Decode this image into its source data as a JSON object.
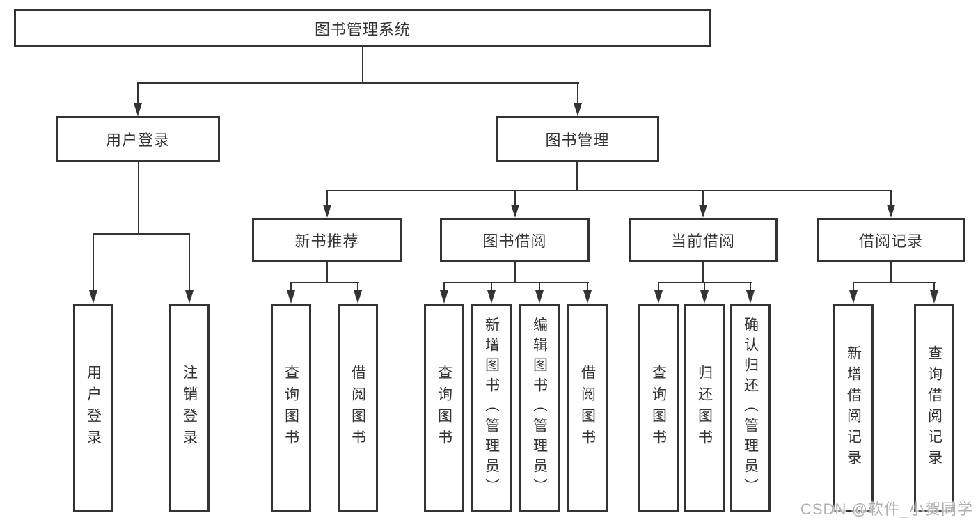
{
  "diagram": {
    "root": {
      "label": "图书管理系统"
    },
    "level2": [
      {
        "label": "用户登录"
      },
      {
        "label": "图书管理"
      }
    ],
    "level3": [
      {
        "label": "新书推荐"
      },
      {
        "label": "图书借阅"
      },
      {
        "label": "当前借阅"
      },
      {
        "label": "借阅记录"
      }
    ],
    "leaves": {
      "user_login": [
        "用户登录",
        "注销登录"
      ],
      "new_book_recommendation": [
        "查询图书",
        "借阅图书"
      ],
      "book_borrowing": [
        "查询图书",
        "新增图书（管理员）",
        "编辑图书（管理员）",
        "借阅图书"
      ],
      "current_borrowing": [
        "查询图书",
        "归还图书",
        "确认归还（管理员）"
      ],
      "borrowing_records": [
        "新增借阅记录",
        "查询借阅记录"
      ]
    },
    "watermark": "CSDN @软件_小贺同学",
    "colors": {
      "line": "#333333",
      "text": "#333333",
      "background": "#ffffff",
      "watermark": "#b0b0b0"
    }
  }
}
